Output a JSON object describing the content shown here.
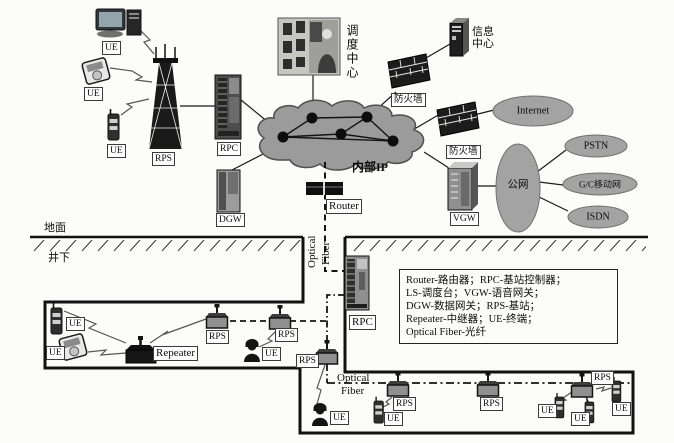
{
  "colors": {
    "diagram_gray": "#9b9b9b",
    "ink": "#141414"
  },
  "devices": {
    "ue": "UE",
    "rps": "RPS",
    "rpc": "RPC",
    "dgw": "DGW",
    "vgw": "VGW",
    "router": "Router",
    "repeater": "Repeater"
  },
  "networks": {
    "dispatch_center": "调度中心",
    "info_center": "信息中心",
    "firewall": "防火墙",
    "internet": "Internet",
    "public_network": "公网",
    "pstn": "PSTN",
    "gc_mobile": "G/C移动网",
    "isdn": "ISDN",
    "internal_ip": "内部IP"
  },
  "zones": {
    "surface": "地面",
    "underground": "井下"
  },
  "fiber": {
    "optical": "Optical",
    "fiber": "Fiber"
  },
  "legend": {
    "lines": [
      "Router-路由器；RPC-基站控制器；",
      "LS-调度台；VGW-语音网关；",
      "DGW-数据网关；RPS-基站；",
      "Repeater-中继器；UE-终端；",
      "Optical Fiber-光纤"
    ]
  }
}
